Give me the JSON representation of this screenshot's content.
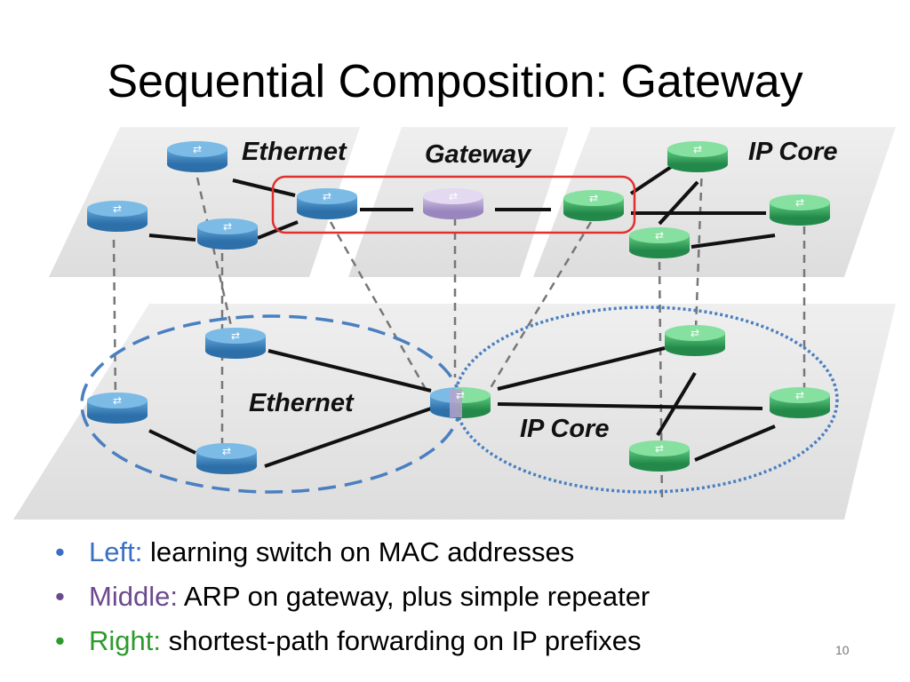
{
  "slide": {
    "title": "Sequential Composition: Gateway",
    "page_number": "10"
  },
  "diagram": {
    "top_labels": {
      "ethernet": "Ethernet",
      "gateway": "Gateway",
      "ip_core": "IP Core"
    },
    "bottom_labels": {
      "ethernet": "Ethernet",
      "ip_core": "IP Core"
    },
    "colors": {
      "ethernet_switch": "#3a86c0",
      "gateway": "#b5a2cf",
      "ip_router": "#35ab5a",
      "highlight_box": "#e03030",
      "ethernet_region": "#4a7fc0",
      "ip_region": "#4a7fc0"
    },
    "icons": [
      "router-icon",
      "switch-icon"
    ]
  },
  "bullets": [
    {
      "lead": "Left:",
      "text": " learning switch on MAC addresses",
      "color": "blue"
    },
    {
      "lead": "Middle:",
      "text": " ARP on gateway, plus simple repeater",
      "color": "purple"
    },
    {
      "lead": "Right:",
      "text": " shortest-path forwarding on IP prefixes",
      "color": "green"
    }
  ]
}
